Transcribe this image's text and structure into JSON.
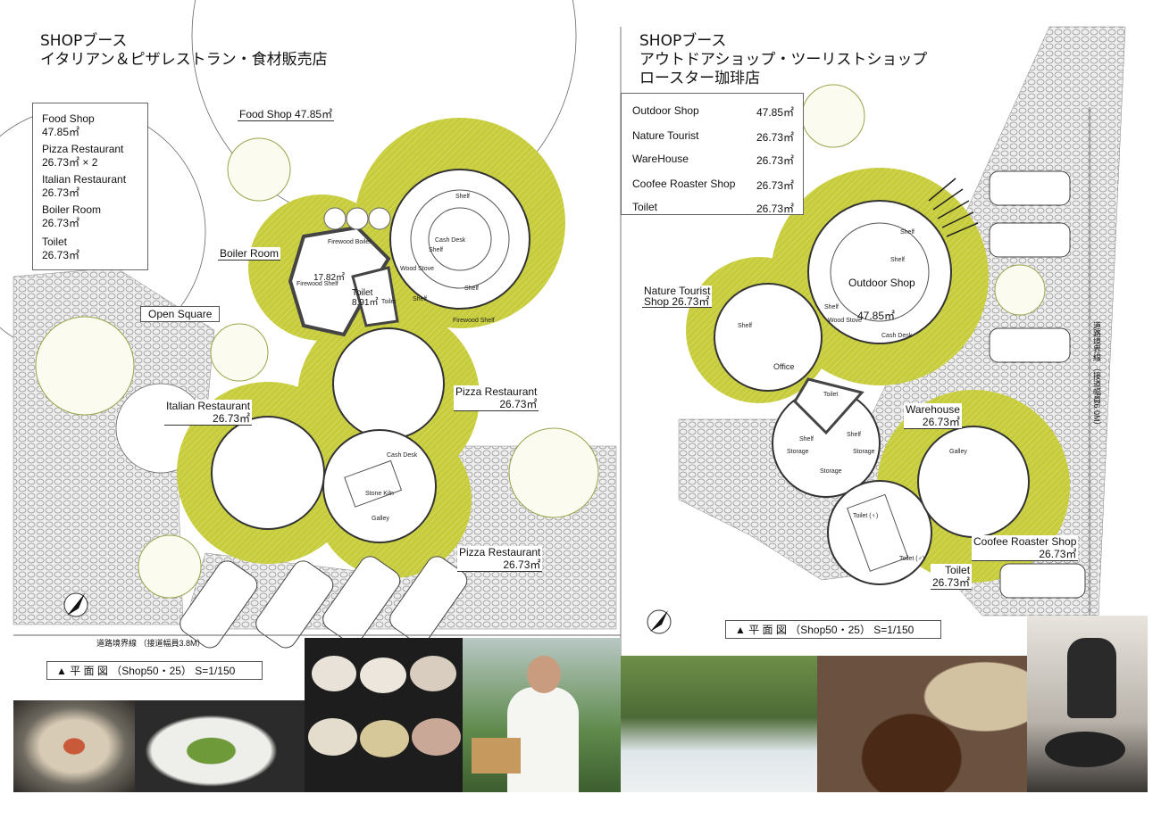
{
  "left_plan": {
    "title_line1": "SHOPブース",
    "title_line2": "イタリアン＆ピザレストラン・食材販売店",
    "legend": [
      {
        "name": "Food Shop",
        "area": "47.85㎡"
      },
      {
        "name": "Pizza Restaurant",
        "area": "26.73㎡ × 2"
      },
      {
        "name": "Italian Restaurant",
        "area": "26.73㎡"
      },
      {
        "name": "Boiler Room",
        "area": "26.73㎡"
      },
      {
        "name": "Toilet",
        "area": "26.73㎡"
      }
    ],
    "labels": {
      "food_shop": "Food Shop  47.85㎡",
      "boiler_room": "Boiler Room",
      "open_square": "Open Square",
      "italian_name": "Italian Restaurant",
      "italian_area": "26.73㎡",
      "pizza1_name": "Pizza Restaurant",
      "pizza1_area": "26.73㎡",
      "pizza2_name": "Pizza Restaurant",
      "pizza2_area": "26.73㎡",
      "boiler_area": "17.82㎡",
      "toilet_name": "Toilet",
      "toilet_area": "8.91㎡"
    },
    "room_notes": {
      "firewood_boiler": "Firewood Boiler",
      "firewood_shelf": "Firewood Shelf",
      "firewood_shelf2": "Firewood Shelf",
      "toilet": "Toilet",
      "wood_stove": "Wood Stove",
      "cash_desk": "Cash Desk",
      "shelf1": "Shelf",
      "shelf2": "Shelf",
      "shelf3": "Shelf",
      "shelf4": "Shelf",
      "cash_desk2": "Cash Desk",
      "stone_kiln": "Stone Kiln",
      "galley": "Galley"
    },
    "road_label": "道路境界線 （接道幅員3.8M）",
    "scale_label": "▲  平  面  図  （Shop50・25）  S=1/150"
  },
  "right_plan": {
    "title_line1": "SHOPブース",
    "title_line2": "アウトドアショップ・ツーリストショップ",
    "title_line3": "ロースター珈琲店",
    "legend": [
      {
        "name": "Outdoor Shop",
        "area": "47.85㎡"
      },
      {
        "name": "Nature Tourist",
        "area": "26.73㎡"
      },
      {
        "name": "WareHouse",
        "area": "26.73㎡"
      },
      {
        "name": "Coofee Roaster Shop",
        "area": "26.73㎡"
      },
      {
        "name": "Toilet",
        "area": "26.73㎡"
      }
    ],
    "labels": {
      "outdoor_name": "Outdoor Shop",
      "outdoor_area": "47.85㎡",
      "nature_name": "Nature Tourist",
      "nature_area": "Shop   26.73㎡",
      "warehouse_name": "Warehouse",
      "warehouse_area": "26.73㎡",
      "coffee_name": "Coofee Roaster Shop",
      "coffee_area": "26.73㎡",
      "toilet_name": "Toilet",
      "toilet_area": "26.73㎡",
      "office": "Office"
    },
    "room_notes": {
      "shelf1": "Shelf",
      "shelf2": "Shelf",
      "shelf3": "Shelf",
      "shelf4": "Shelf",
      "wood_stove": "Wood Stove",
      "cash_desk": "Cash Desk",
      "toilet": "Toilet",
      "storage1": "Storage",
      "storage2": "Storage",
      "storage3": "Storage",
      "wshelf1": "Shelf",
      "wshelf2": "Shelf",
      "galley": "Galley",
      "toilet_f": "Toilet (♀)",
      "toilet_m": "Toilet (♂)"
    },
    "road_label": "道路境界線 （接道幅員6.0M）",
    "scale_label": "▲  平  面  図  （Shop50・25）  S=1/150"
  },
  "colors": {
    "lawn": "#c6cc3c",
    "gravel": "#d9d9d9",
    "line": "#333333"
  }
}
